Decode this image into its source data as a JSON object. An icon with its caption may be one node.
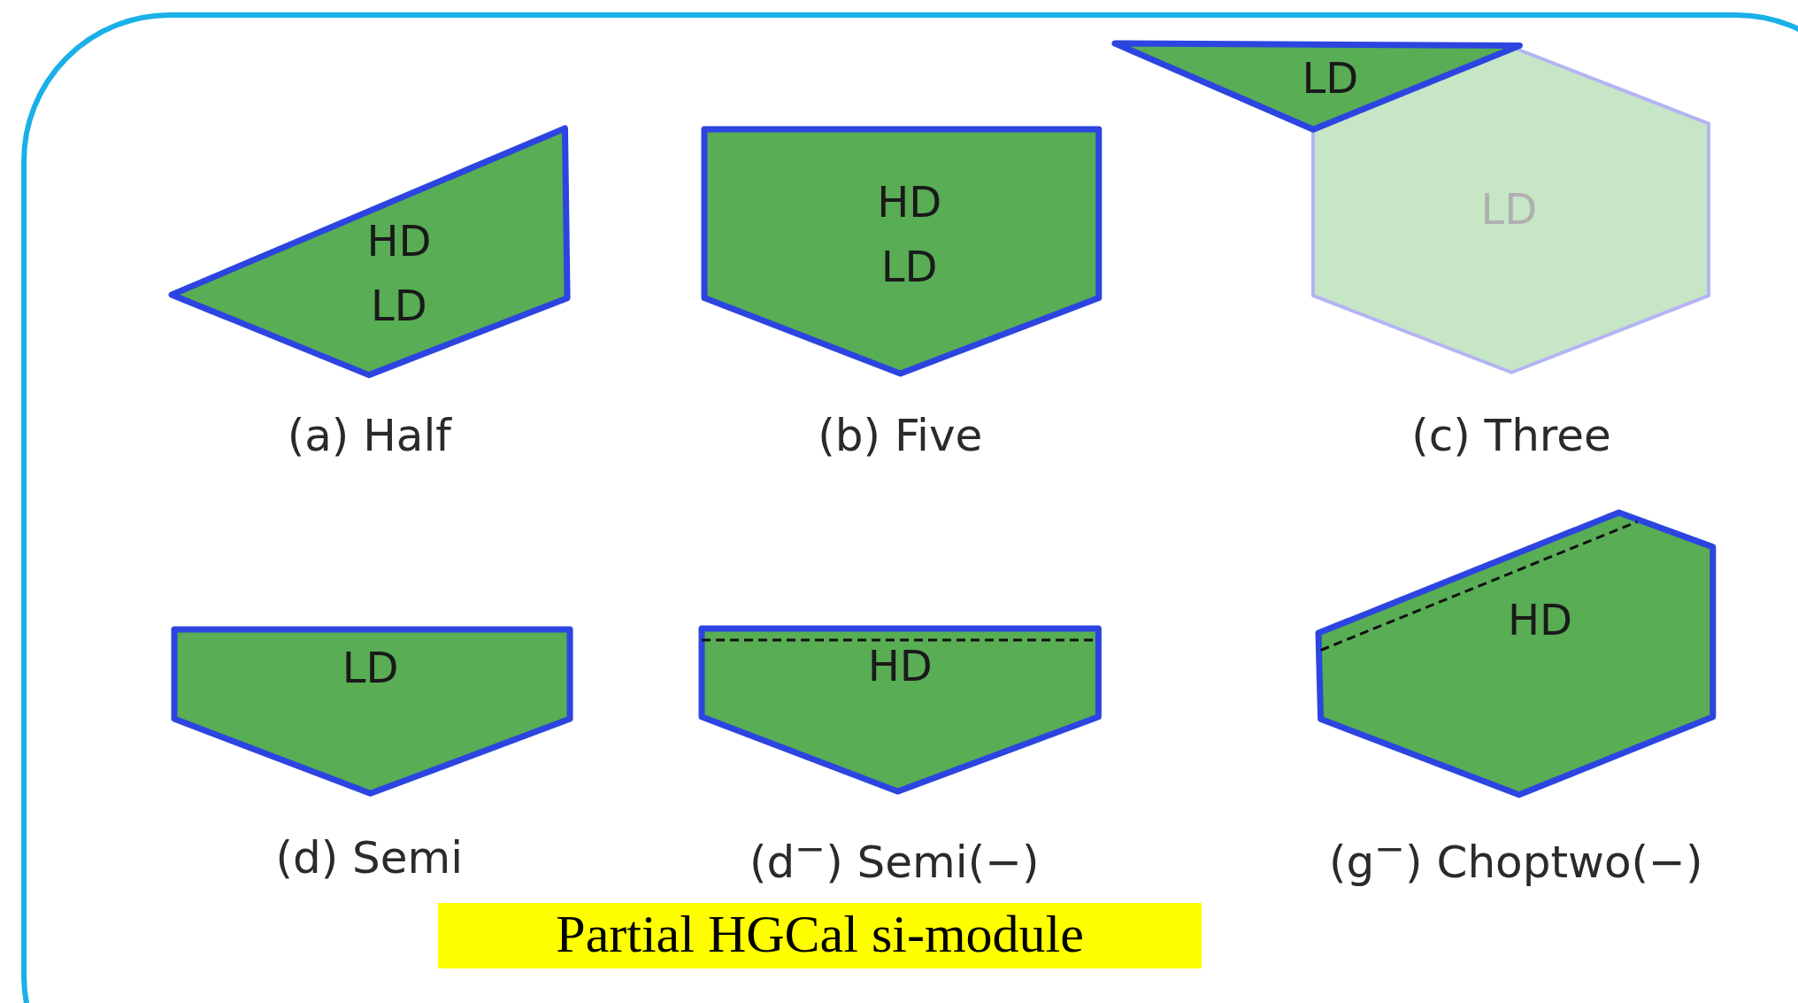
{
  "diagram": {
    "caption": "Partial HGCal si-module",
    "nodes": [
      {
        "text": [
          "HD",
          "LD"
        ],
        "beside": [
          "(a) Half"
        ]
      },
      {
        "text": [
          "HD",
          "LD"
        ],
        "beside": [
          "(b) Five"
        ]
      },
      {
        "text": [
          "LD"
        ]
      },
      {
        "text": [
          "LD"
        ],
        "beside": [
          "(c) Three"
        ]
      },
      {
        "text": [
          "LD"
        ],
        "beside": [
          "(d) Semi"
        ]
      },
      {
        "text": [
          "HD"
        ],
        "beside": [
          "(d$^{−}$) Semi(−)"
        ]
      },
      {
        "text": [
          "HD"
        ],
        "beside": [
          "(g$^{−}$) Choptwo(−)"
        ]
      }
    ]
  }
}
